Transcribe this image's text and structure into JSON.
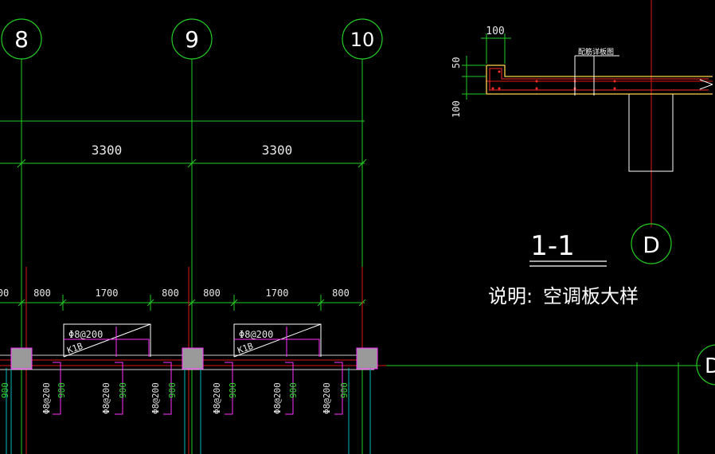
{
  "axes": {
    "grid_8": "8",
    "grid_9": "9",
    "grid_10": "10",
    "grid_d": "D",
    "grid_d2": "D"
  },
  "dimensions": {
    "bay_1": "3300",
    "bay_2": "3300",
    "seg_left_partial": "00",
    "seg_a1": "800",
    "seg_a2": "1700",
    "seg_a3": "800",
    "seg_b1": "800",
    "seg_b2": "1700",
    "seg_b3": "800"
  },
  "slabs": {
    "rebar_1": "Φ8@200",
    "label_1": "K1B",
    "rebar_2": "Φ8@200",
    "label_2": "K1B"
  },
  "vertical_rebar": {
    "r1": "Φ8@200",
    "r2": "Φ8@200",
    "r3": "Φ8@200",
    "r4": "Φ8@200",
    "r5": "Φ8@200",
    "r6": "Φ8@200",
    "len1": "900",
    "len2": "900",
    "len3": "900",
    "len4": "900",
    "len5": "900",
    "len6": "900",
    "len0": "900"
  },
  "section": {
    "title": "1-1",
    "dim_width": "100",
    "dim_top": "50",
    "dim_depth": "100",
    "note_ref": "配筋详板图"
  },
  "note": {
    "prefix": "说明:",
    "text": "空调板大样"
  }
}
